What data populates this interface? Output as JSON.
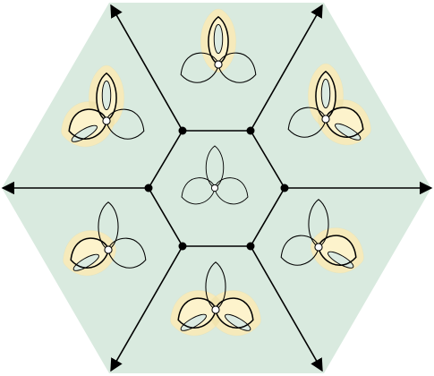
{
  "colors": {
    "background": "#ffffff",
    "region_fill": "#d9eadf",
    "edge_stroke": "#000000",
    "loop_stroke": "#000000",
    "highlight_fill": "#fdf3cc",
    "highlight_stroke": "#e9d99a",
    "inner_fill": "#dcebe2",
    "node_fill": "#000000",
    "basepoint_fill": "#ffffff"
  },
  "icons": {
    "ray_end": "arrowhead-icon",
    "vertex": "filled-dot-icon",
    "basepoint": "hollow-dot-icon"
  },
  "central_hexagon": {
    "vertex_count": 6
  },
  "rays": {
    "count": 6
  },
  "glyphs": [
    {
      "id": "center",
      "highlight": "none"
    },
    {
      "id": "top",
      "highlight": "top-loop"
    },
    {
      "id": "top-right",
      "highlight": "top-and-right-loops"
    },
    {
      "id": "bottom-right",
      "highlight": "right-loop"
    },
    {
      "id": "bottom",
      "highlight": "left-and-right-loops"
    },
    {
      "id": "bottom-left",
      "highlight": "left-loop"
    },
    {
      "id": "top-left",
      "highlight": "top-and-left-loops"
    }
  ]
}
